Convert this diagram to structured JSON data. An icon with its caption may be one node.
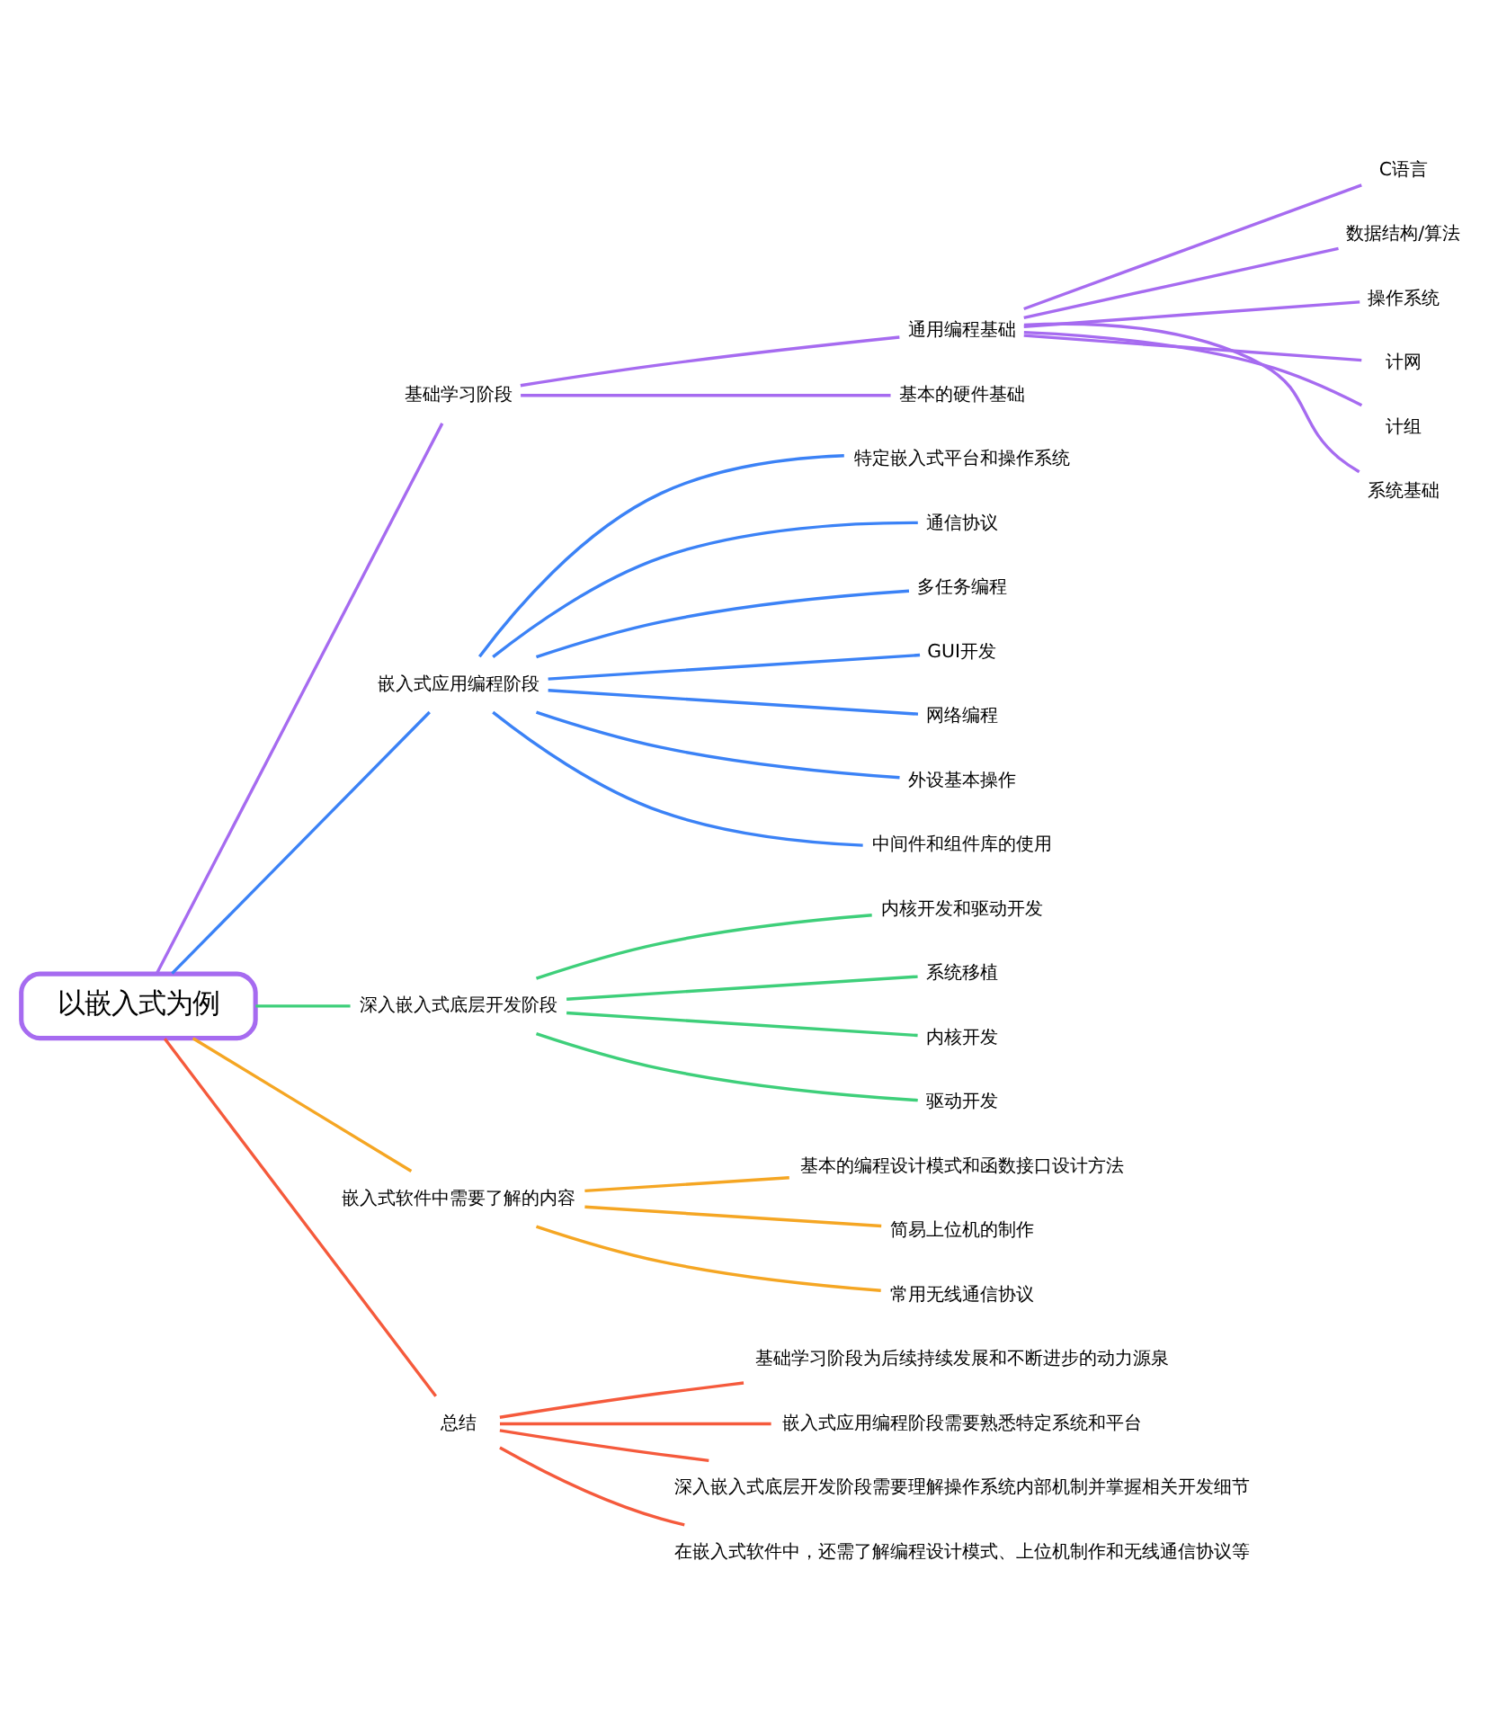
{
  "diagram": {
    "nodes": [
      {
        "text": [
          "以嵌入式为例"
        ]
      },
      {
        "text": [
          "基础学习阶段"
        ]
      },
      {
        "text": [
          "通用编程基础"
        ]
      },
      {
        "text": [
          "C语言"
        ]
      },
      {
        "text": [
          "数据结构/算法"
        ]
      },
      {
        "text": [
          "操作系统"
        ]
      },
      {
        "text": [
          "计网"
        ]
      },
      {
        "text": [
          "计组"
        ]
      },
      {
        "text": [
          "系统基础"
        ]
      },
      {
        "text": [
          "基本的硬件基础"
        ]
      },
      {
        "text": [
          "嵌入式应用编程阶段"
        ]
      },
      {
        "text": [
          "特定嵌入式平台和操作系统"
        ]
      },
      {
        "text": [
          "通信协议"
        ]
      },
      {
        "text": [
          "多任务编程"
        ]
      },
      {
        "text": [
          "GUI开发"
        ]
      },
      {
        "text": [
          "网络编程"
        ]
      },
      {
        "text": [
          "外设基本操作"
        ]
      },
      {
        "text": [
          "中间件和组件库的使用"
        ]
      },
      {
        "text": [
          "深入嵌入式底层开发阶段"
        ]
      },
      {
        "text": [
          "内核开发和驱动开发"
        ]
      },
      {
        "text": [
          "系统移植"
        ]
      },
      {
        "text": [
          "内核开发"
        ]
      },
      {
        "text": [
          "驱动开发"
        ]
      },
      {
        "text": [
          "嵌入式软件中需要了解的内容"
        ]
      },
      {
        "text": [
          "基本的编程设计模式和函数接口设计方法"
        ]
      },
      {
        "text": [
          "简易上位机的制作"
        ]
      },
      {
        "text": [
          "常用无线通信协议"
        ]
      },
      {
        "text": [
          "总结"
        ]
      },
      {
        "text": [
          "基础学习阶段为后续持续发展和不断进步的动力源泉"
        ]
      },
      {
        "text": [
          "嵌入式应用编程阶段需要熟悉特定系统和平台"
        ]
      },
      {
        "text": [
          "深入嵌入式底层开发阶段需要理解操作系统内部机制并掌握相关开发细节"
        ]
      },
      {
        "text": [
          "在嵌入式软件中，还需了解编程设计模式、上位机制作和无线通信协议等"
        ]
      }
    ],
    "edges": [
      {
        "from": 0,
        "to": 1,
        "arrow": "none"
      },
      {
        "from": 1,
        "to": 2,
        "arrow": "none"
      },
      {
        "from": 2,
        "to": 3,
        "arrow": "none"
      },
      {
        "from": 2,
        "to": 4,
        "arrow": "none"
      },
      {
        "from": 2,
        "to": 5,
        "arrow": "none"
      },
      {
        "from": 2,
        "to": 6,
        "arrow": "none"
      },
      {
        "from": 2,
        "to": 7,
        "arrow": "none"
      },
      {
        "from": 2,
        "to": 8,
        "arrow": "none"
      },
      {
        "from": 1,
        "to": 9,
        "arrow": "none"
      },
      {
        "from": 0,
        "to": 10,
        "arrow": "none",
        "color": "#3b82f6"
      },
      {
        "from": 10,
        "to": 11,
        "arrow": "none",
        "color": "#3b82f6"
      },
      {
        "from": 10,
        "to": 12,
        "arrow": "none",
        "color": "#3b82f6"
      },
      {
        "from": 10,
        "to": 13,
        "arrow": "none",
        "color": "#3b82f6"
      },
      {
        "from": 10,
        "to": 14,
        "arrow": "none",
        "color": "#3b82f6"
      },
      {
        "from": 10,
        "to": 15,
        "arrow": "none",
        "color": "#3b82f6"
      },
      {
        "from": 10,
        "to": 16,
        "arrow": "none",
        "color": "#3b82f6"
      },
      {
        "from": 10,
        "to": 17,
        "arrow": "none",
        "color": "#3b82f6"
      },
      {
        "from": 0,
        "to": 18,
        "arrow": "none",
        "color": "#3ecf7a"
      },
      {
        "from": 18,
        "to": 19,
        "arrow": "none",
        "color": "#3ecf7a"
      },
      {
        "from": 18,
        "to": 20,
        "arrow": "none",
        "color": "#3ecf7a"
      },
      {
        "from": 18,
        "to": 21,
        "arrow": "none",
        "color": "#3ecf7a"
      },
      {
        "from": 18,
        "to": 22,
        "arrow": "none",
        "color": "#3ecf7a"
      },
      {
        "from": 0,
        "to": 23,
        "arrow": "none",
        "color": "#f5a623"
      },
      {
        "from": 23,
        "to": 24,
        "arrow": "none",
        "color": "#f5a623"
      },
      {
        "from": 23,
        "to": 25,
        "arrow": "none",
        "color": "#f5a623"
      },
      {
        "from": 23,
        "to": 26,
        "arrow": "none",
        "color": "#f5a623"
      },
      {
        "from": 0,
        "to": 27,
        "arrow": "none",
        "color": "#f55a3c"
      },
      {
        "from": 27,
        "to": 28,
        "arrow": "none",
        "color": "#f55a3c"
      },
      {
        "from": 27,
        "to": 29,
        "arrow": "none",
        "color": "#f55a3c"
      },
      {
        "from": 27,
        "to": 30,
        "arrow": "none",
        "color": "#f55a3c"
      },
      {
        "from": 27,
        "to": 31,
        "arrow": "none",
        "color": "#f55a3c"
      }
    ]
  }
}
